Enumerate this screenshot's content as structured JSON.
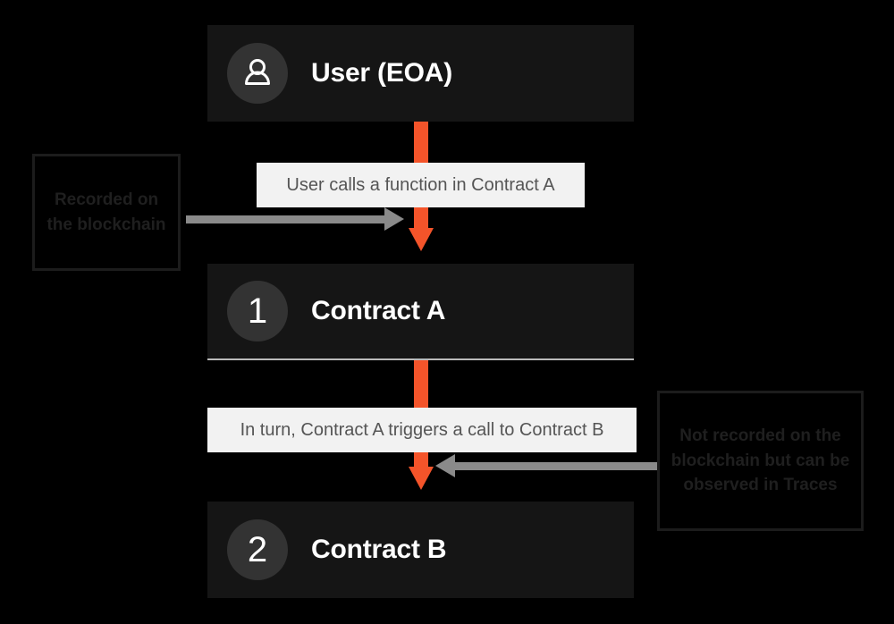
{
  "diagram": {
    "background_color": "#000000",
    "accent_color": "#f4542a",
    "nodes": [
      {
        "id": "user",
        "badge": "person-icon",
        "badge_type": "icon",
        "label": "User (EOA)"
      },
      {
        "id": "contract-a",
        "badge": "1",
        "badge_type": "number",
        "label": "Contract A"
      },
      {
        "id": "contract-b",
        "badge": "2",
        "badge_type": "number",
        "label": "Contract B"
      }
    ],
    "captions": [
      {
        "id": "caption-1",
        "text": "User calls a function in Contract A"
      },
      {
        "id": "caption-2",
        "text": "In turn, Contract A triggers a call to Contract B"
      }
    ],
    "annotations": [
      {
        "id": "annotation-left",
        "text": "Recorded on the blockchain"
      },
      {
        "id": "annotation-right",
        "text": "Not recorded on the blockchain but can be observed in Traces"
      }
    ]
  }
}
